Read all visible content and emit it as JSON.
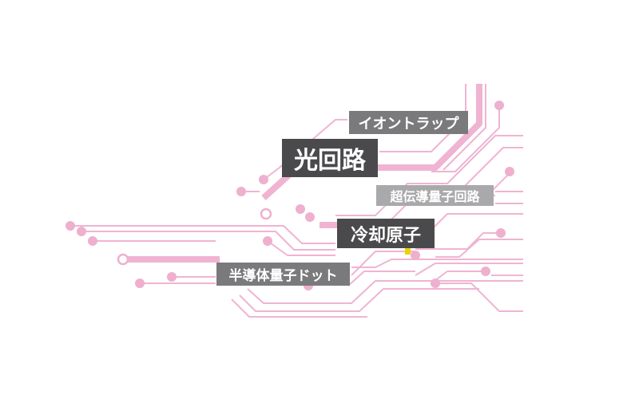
{
  "diagram": {
    "labels": {
      "ion_trap": "イオントラップ",
      "optical_circuit": "光回路",
      "superconducting": "超伝導量子回路",
      "cold_atom": "冷却原子",
      "semiconductor_dot": "半導体量子ドット"
    },
    "colors": {
      "trace": "#f0b4d2",
      "label_dark": "#4a4a4c",
      "label_grey": "#7a7a7c",
      "label_light": "#a9a9ab",
      "accent": "#e8d400"
    }
  }
}
